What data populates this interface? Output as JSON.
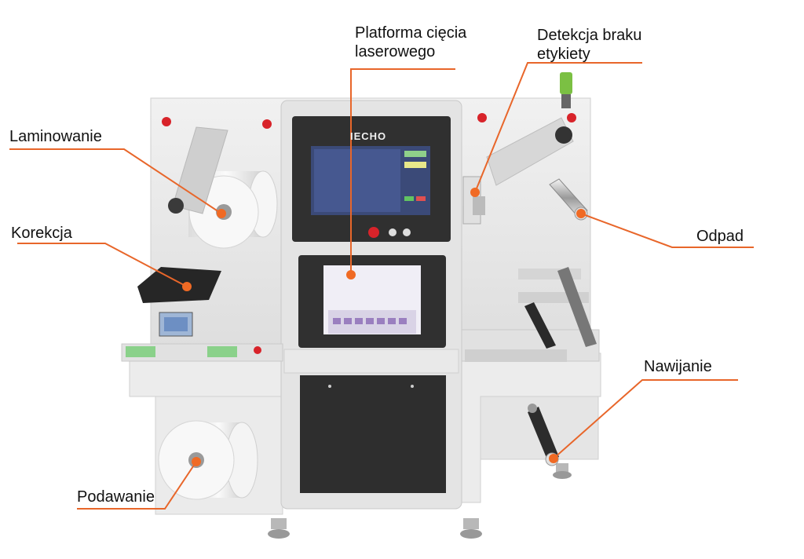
{
  "brand": "IECHO",
  "labels": {
    "platform_line1": "Platforma cięcia",
    "platform_line2": "laserowego",
    "detection_line1": "Detekcja braku",
    "detection_line2": "etykiety",
    "laminating": "Laminowanie",
    "correction": "Korekcja",
    "waste": "Odpad",
    "winding": "Nawijanie",
    "feeding": "Podawanie"
  },
  "colors": {
    "leader": "#e8662a",
    "dot": "#f06a24",
    "frame": "#e9e9e9",
    "dark": "#2b2b2b",
    "screen": "#3b4a78"
  }
}
